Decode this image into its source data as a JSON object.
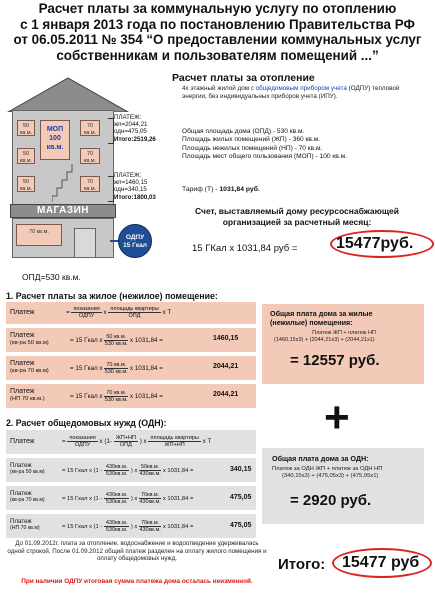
{
  "title": {
    "line1": "Расчет платы за коммунальную услугу по отоплению",
    "line2": "с 1 января 2013 года по постановлению Правительства РФ",
    "line3": "от 06.05.2011 № 354 “О предоставлении коммунальных услуг",
    "line4": "собственникам и пользователям помещений ...”"
  },
  "house": {
    "windows": [
      "50 кв.м.",
      "70 кв.м.",
      "50 кв.м.",
      "70 кв.м.",
      "50 кв.м.",
      "70 кв.м."
    ],
    "mop_label": "МОП",
    "mop_value": "100",
    "mop_unit": "кв.м.",
    "payment_a": {
      "label": "ПЛАТЕЖ:",
      "zhp": "жп=2044,21",
      "odn": "одн=475,05",
      "total": "Итого:2519,26"
    },
    "payment_b": {
      "label": "ПЛАТЕЖ:",
      "zhp": "жп=1460,15",
      "odn": "одн=340,15",
      "total": "Итого:1800,03"
    },
    "shop_sign": "МАГАЗИН",
    "shop_window": "70 кв.м.",
    "odpu_line1": "ОДПУ",
    "odpu_line2": "15 Гкал",
    "odp_label": "ОПД=530 кв.м."
  },
  "info": {
    "heading": "Расчет платы за отопление",
    "desc_before": "4х этажный жилой дом ",
    "desc_highlight": "с общедомовым прибором учета",
    "desc_after": " (ОДПУ) тепловой энергии, без индивидуальных приборов учета (ИПУ).",
    "area1": "Общая площадь дома (ОПД) - 530 кв.м.",
    "area2": "Площадь жилых помещений (ЖП) - 360 кв.м.",
    "area3": "Площадь нежилых помещений (НП) - 70 кв.м.",
    "area4": "Площадь мест общего пользования (МОП) - 100 кв.м.",
    "tariff_label": "Тариф (Т) - ",
    "tariff_value": "1031,84 руб.",
    "schet_line1": "Счет, выставляемый дому ресурсоснабжающей",
    "schet_line2": "организацией за расчетный месяц:",
    "calc": "15 ГКал х  1031,84 руб =",
    "result": "15477руб."
  },
  "section1": {
    "heading": "1. Расчет платы за жилое (нежилое) помещение:",
    "formula_label": "Платеж",
    "formula_eq": "=",
    "formula_f1_num": "показания",
    "formula_f1_den": "ОДПУ",
    "formula_x": "х",
    "formula_f2_num": "площадь квартиры",
    "formula_f2_den": "ОПД",
    "formula_xt": "х  Т",
    "rows": [
      {
        "label1": "Платеж",
        "label2": "(кв-ра 50 кв.м)",
        "g": "= 15 Гкал  х",
        "num": "50 кв.м.",
        "den": "530 кв.м.",
        "t": "х  1031,84 =",
        "res": "1460,15"
      },
      {
        "label1": "Платеж",
        "label2": "(кв-ра 70 кв.м)",
        "g": "= 15 Гкал  х",
        "num": "70 кв.м.",
        "den": "530 кв.м.",
        "t": "х  1031,84 =",
        "res": "2044,21"
      },
      {
        "label1": "Платеж",
        "label2": "(НП 70 кв.м.)",
        "g": "= 15 Гкал  х",
        "num": "70 кв.м.",
        "den": "530 кв.м.",
        "t": "х  1031,84 =",
        "res": "2044,21"
      }
    ],
    "box": {
      "heading1": "Общая плата дома за жилые",
      "heading2": "(нежилые) помещения:",
      "formula1": "Платеж ЖП + платеж НП",
      "formula2": "(1460,15х3) + (2044,21х3) + (2044,21х1)",
      "result": "= 12557 руб."
    }
  },
  "plus": "+",
  "section2": {
    "heading": "2. Расчет общедомовых нужд (ОДН):",
    "formula_label": "Платеж",
    "formula_eq": "=",
    "formula_f1_num": "показания",
    "formula_f1_den": "ОДПУ",
    "formula_x1": "х (1-",
    "formula_f2_num": "ЖП+НП",
    "formula_f2_den": "ОПД",
    "formula_x2": ") х",
    "formula_f3_num": "площадь квартиры",
    "formula_f3_den": "ЖП+НП",
    "formula_xt": "х  Т",
    "rows": [
      {
        "label1": "Платеж",
        "label2": "(кв-ра 50 кв.м)",
        "g": "= 15 Гкал х (1 -",
        "n1": "430кв.м.",
        "d1": "530кв.м.",
        "mid": ") х",
        "n2": "50кв.м.",
        "d2": "430кв.м.",
        "t": "х 1031,84 =",
        "res": "340,15"
      },
      {
        "label1": "Платеж",
        "label2": "(кв-ра 70 кв.м)",
        "g": "= 15 Гкал х (1 -",
        "n1": "430кв.м.",
        "d1": "530кв.м.",
        "mid": ") х",
        "n2": "70кв.м.",
        "d2": "430кв.м.",
        "t": "х 1031,84 =",
        "res": "475,05"
      },
      {
        "label1": "Платеж",
        "label2": "(НП 70 кв.м)",
        "g": "= 15 Гкал х (1 -",
        "n1": "430кв.м.",
        "d1": "530кв.м.",
        "mid": ") х",
        "n2": "70кв.м.",
        "d2": "430кв.м.",
        "t": "х 1031,84 =",
        "res": "475,05"
      }
    ],
    "box": {
      "heading": "Общая плата дома за ОДН:",
      "formula1": "Платеж за ОДН ЖП + платеж за ОДН НП",
      "formula2": "(340,15х3) + (475,05х3) + (475,05х1)",
      "result": "= 2920 руб."
    }
  },
  "note": "До 01.09.2012г. плата за отопление, водоснабжение и водоотведение удерживалась одной строкой. После 01.09.2012 общий платеж разделен на оплату жилого помещения и оплату общедомовых нужд.",
  "warning": "При наличии ОДПУ итоговая сумма платежа дома осталась неизменной.",
  "total": {
    "label": "Итого:",
    "value": "15477 руб"
  },
  "colors": {
    "accent_red": "#d22222",
    "pink_fill": "#f3c9b8",
    "gray_fill": "#e1e1e1",
    "odpu_blue": "#1f4d96"
  }
}
